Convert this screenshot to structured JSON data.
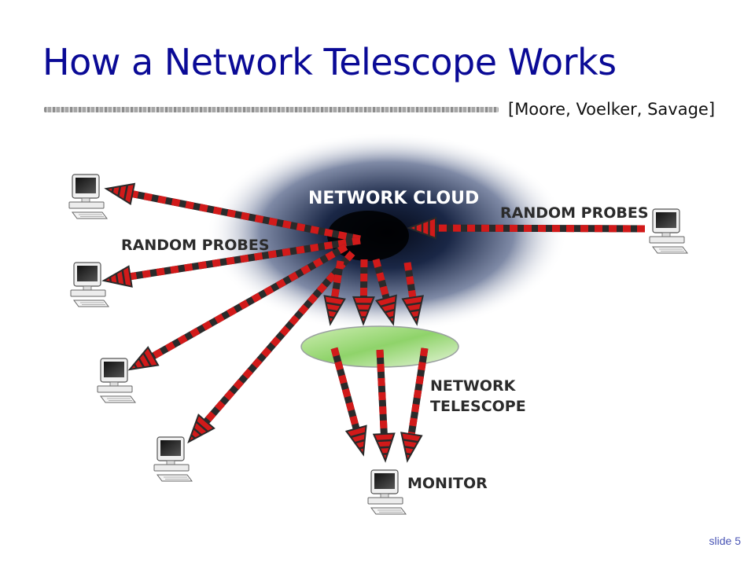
{
  "slide": {
    "title": "How a Network Telescope Works",
    "citation": "[Moore, Voelker, Savage]",
    "number": "slide 5"
  },
  "diagram": {
    "cloud_label": "NETWORK CLOUD",
    "probes_label_left": "RANDOM PROBES",
    "probes_label_right": "RANDOM PROBES",
    "telescope_label_line1": "NETWORK",
    "telescope_label_line2": "TELESCOPE",
    "monitor_label": "MONITOR"
  },
  "colors": {
    "title": "#0a0a96",
    "probe_red": "#d11a1a",
    "probe_dark": "#2a2a2a",
    "cloud": "#0f1a33",
    "telescope_green": "#8fd36a"
  }
}
